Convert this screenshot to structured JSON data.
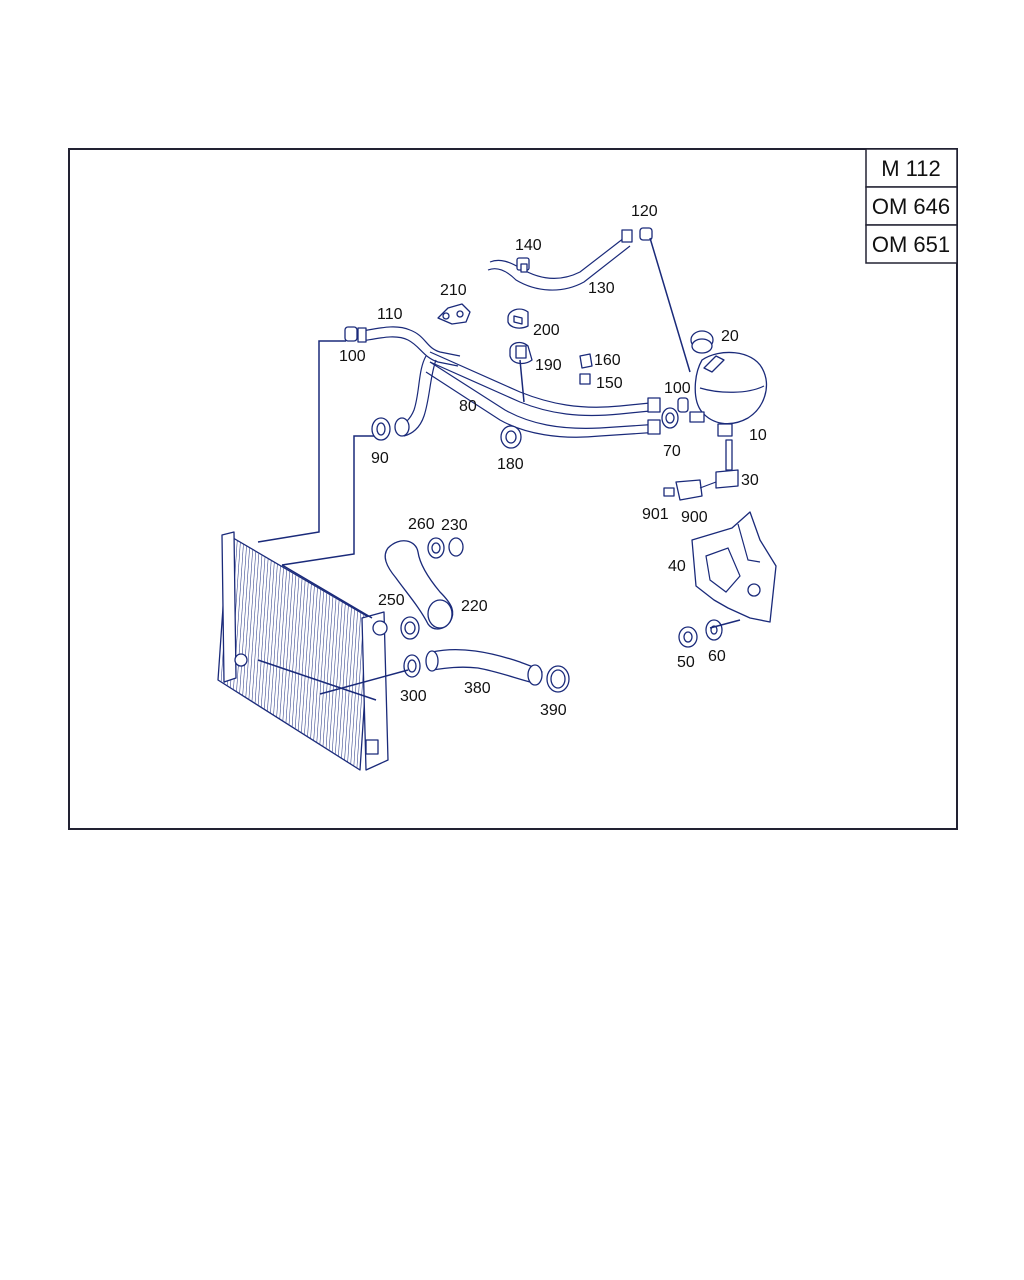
{
  "engine_variants": [
    "M 112",
    "OM 646",
    "OM 651"
  ],
  "part_labels": {
    "p10": "10",
    "p20": "20",
    "p30": "30",
    "p40": "40",
    "p50": "50",
    "p60": "60",
    "p70": "70",
    "p80": "80",
    "p90": "90",
    "p100a": "100",
    "p100b": "100",
    "p110": "110",
    "p120": "120",
    "p130": "130",
    "p140": "140",
    "p150": "150",
    "p160": "160",
    "p180": "180",
    "p190": "190",
    "p200": "200",
    "p210": "210",
    "p220": "220",
    "p230": "230",
    "p250": "250",
    "p260": "260",
    "p300": "300",
    "p380": "380",
    "p390": "390",
    "p900": "900",
    "p901": "901"
  },
  "colors": {
    "line": "#1a2a7a",
    "frame": "#222233",
    "text": "#111111"
  }
}
